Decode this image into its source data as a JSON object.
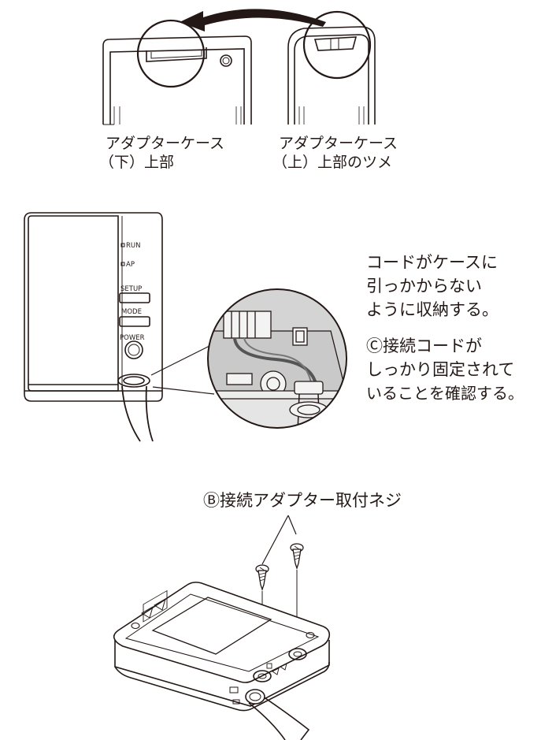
{
  "step1": {
    "label_left_line1": "アダプターケース",
    "label_left_line2": "（下）上部",
    "label_right_line1": "アダプターケース",
    "label_right_line2": "（上）上部のツメ"
  },
  "step2": {
    "device_labels": {
      "run": "RUN",
      "ap": "AP",
      "setup": "SETUP",
      "mode": "MODE",
      "power": "POWER"
    },
    "note1_line1": "コードがケースに",
    "note1_line2": "引っかからない",
    "note1_line3": "ように収納する。",
    "note2_line1": "Ⓒ接続コードが",
    "note2_line2": "しっかり固定されて",
    "note2_line3": "いることを確認する。"
  },
  "step3": {
    "screw_label": "Ⓑ接続アダプター取付ネジ"
  }
}
